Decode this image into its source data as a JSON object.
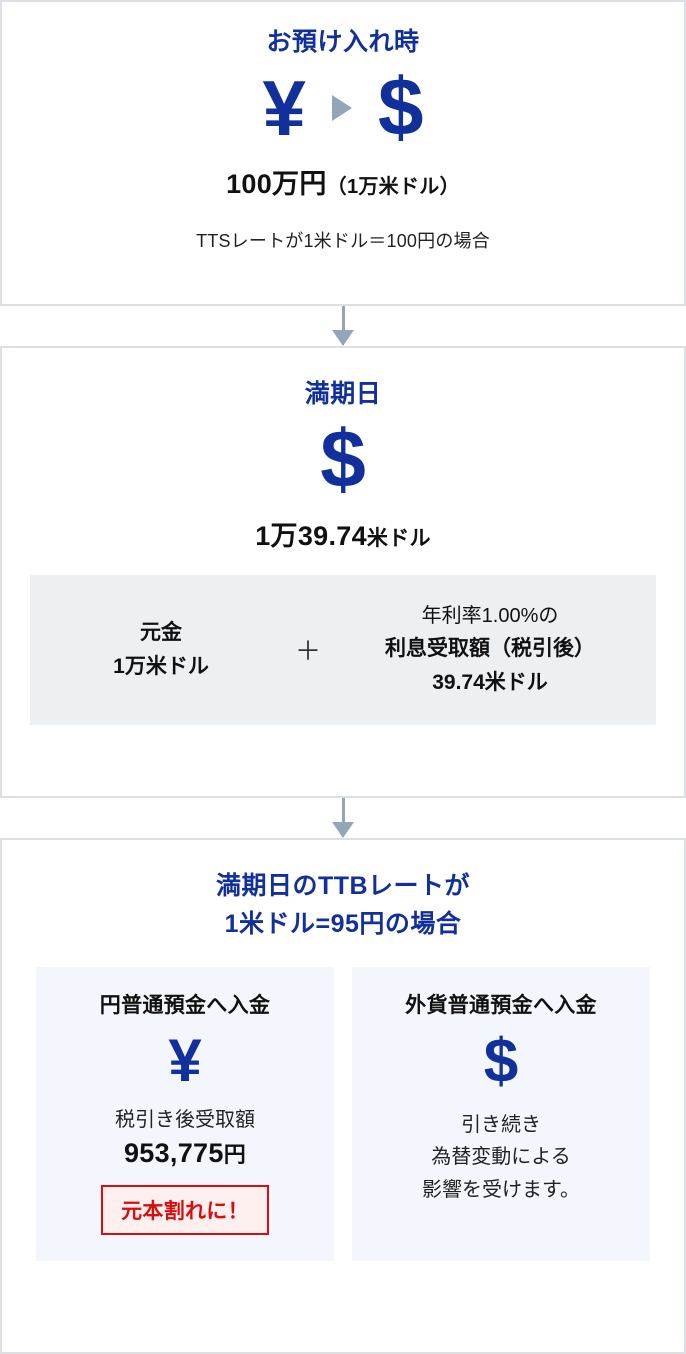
{
  "colors": {
    "navy": "#12309b",
    "arrow_gray": "#93a5ba",
    "panel_border": "#dce0e6",
    "breakdown_bg": "#ecf0f3",
    "card_bg": "#f3f6fc",
    "warn_red": "#d90d0d",
    "warn_bg": "#fdf0ef"
  },
  "deposit": {
    "heading": "お預け入れ時",
    "yen_icon": "yen-sign",
    "arrow_icon": "triangle-right-icon",
    "usd_icon": "dollar-sign",
    "amount": "100万円",
    "amount_sub": "（1万米ドル）",
    "note": "TTSレートが1米ドル＝100円の場合"
  },
  "maturity": {
    "heading": "満期日",
    "usd_icon": "dollar-sign",
    "amount": "1万39.74",
    "amount_unit": "米ドル",
    "breakdown": {
      "principal_label": "元金",
      "principal_value": "1万米ドル",
      "operator": "＋",
      "rate_line": "年利率1.00%の",
      "interest_label": "利息受取額（税引後）",
      "interest_value": "39.74米ドル"
    }
  },
  "payout": {
    "heading_line1": "満期日のTTBレートが",
    "heading_line2": "1米ドル=95円の場合",
    "cards": [
      {
        "title": "円普通預金へ入金",
        "icon": "yen-sign",
        "label": "税引き後受取額",
        "amount": "953,775",
        "amount_unit": "円",
        "warning": "元本割れに！"
      },
      {
        "title": "外貨普通預金へ入金",
        "icon": "dollar-sign",
        "text": "引き続き\n為替変動による\n影響を受けます。"
      }
    ]
  }
}
